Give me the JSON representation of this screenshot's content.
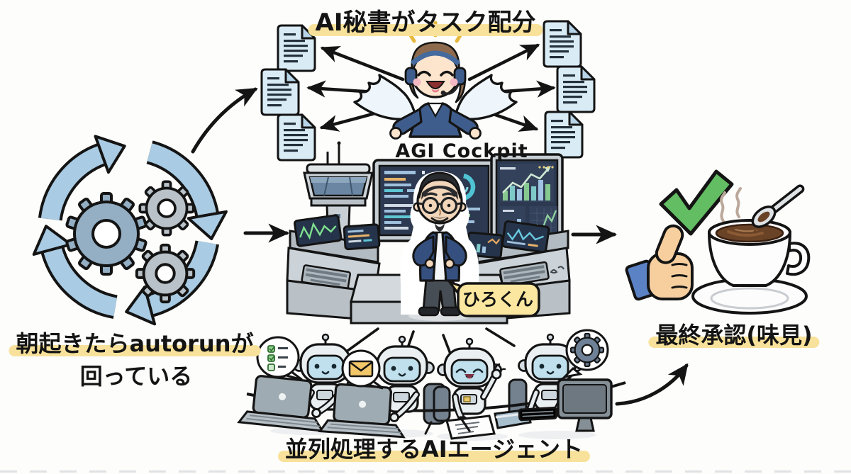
{
  "labels": {
    "top_caption": "AI秘書がタスク配分",
    "cockpit_title": "AGI Cockpit",
    "operator_name": "ひろくん",
    "left_caption_line1": "朝起きたらautorunが",
    "left_caption_line2": "回っている",
    "right_caption": "最終承認(味見)",
    "bottom_caption": "並列処理するAIエージェント"
  },
  "colors": {
    "highlight_yellow": "#f8e29b",
    "arrow_blue": "#a9cbe3",
    "gear_blue": "#94afc4",
    "gear_gray": "#b9c2c8",
    "document_blue": "#d9ebf5",
    "check_green": "#63bd63",
    "bubble_yellow": "#fbe7a0",
    "screen_navy": "#2c3950",
    "suit_navy": "#35507f",
    "robot_body": "#eaeff2",
    "robot_face": "#bfe0ec",
    "coffee_brown": "#6a4226",
    "outline_black": "#141414"
  }
}
